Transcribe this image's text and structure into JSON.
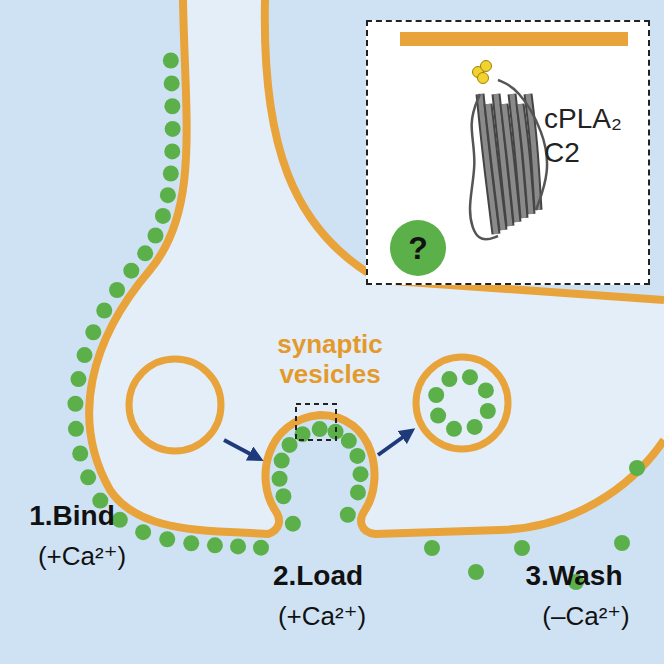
{
  "diagram": {
    "nodes": [
      {
        "text": [
          "cPLA₂ C2"
        ]
      },
      {
        "text": [
          "?"
        ],
        "in": 0
      }
    ],
    "labels": [
      "synaptic vesicles",
      "1.Bind",
      "(+Ca²⁺)",
      "2.Load",
      "(+Ca²⁺)",
      "3.Wash",
      "(–Ca²⁺)"
    ]
  }
}
